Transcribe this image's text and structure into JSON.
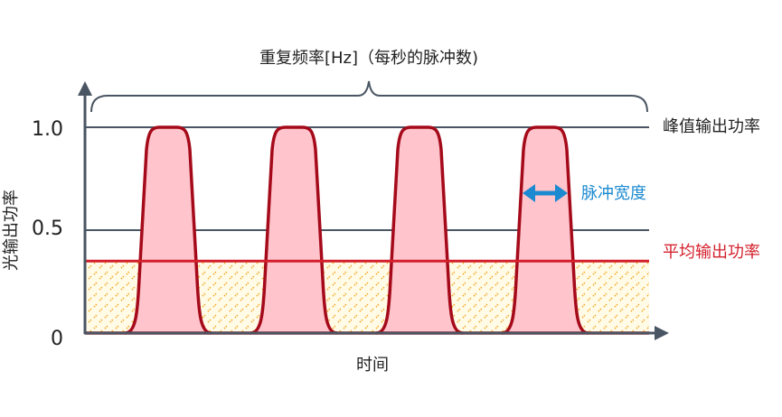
{
  "diagram": {
    "top_label": "重复频率[Hz]（每秒的脉冲数)",
    "y_axis_title": "光输出功率",
    "x_axis_title": "时间",
    "y_ticks": [
      {
        "label": "1.0",
        "value": 1.0
      },
      {
        "label": "0.5",
        "value": 0.5
      },
      {
        "label": "0",
        "value": 0
      }
    ],
    "peak_label": "峰值输出功率",
    "average_label": "平均输出功率",
    "width_label": "脉冲宽度",
    "average_level": 0.35,
    "colors": {
      "axis": "#4a5563",
      "pulse_stroke": "#a50a1a",
      "pulse_fill": "#ffc4cc",
      "average_line": "#d4202c",
      "average_text": "#d4202c",
      "width_text": "#1b8ad0",
      "width_arrow": "#1b8ad0",
      "hatch": "#f5a623",
      "hatch_bg": "#fffbe6",
      "text": "#222222"
    }
  }
}
